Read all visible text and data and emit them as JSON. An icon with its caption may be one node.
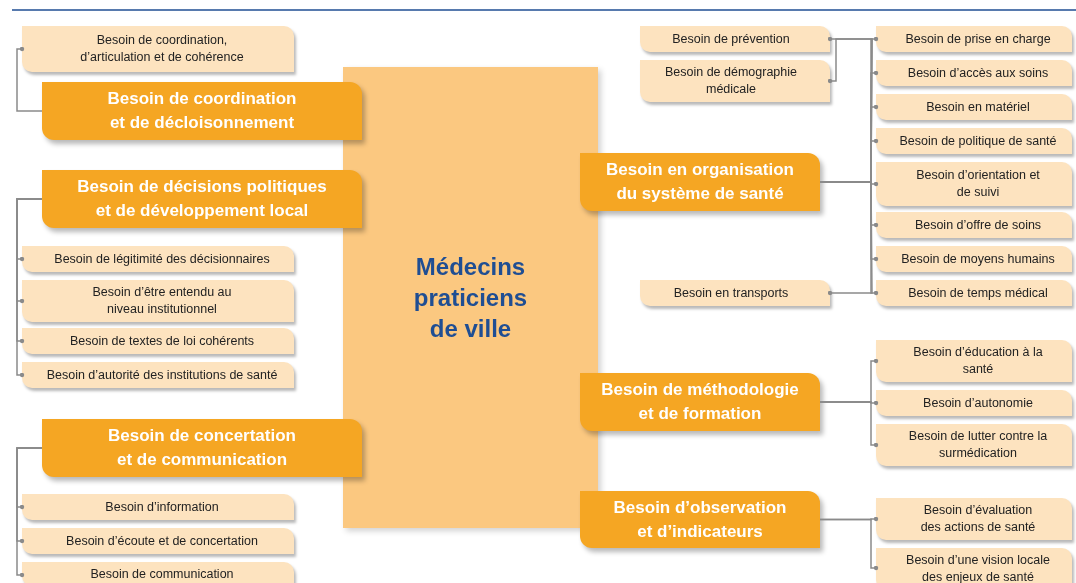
{
  "diagram": {
    "nodes": [
      {
        "text": [
          "Médecins praticiens de ville"
        ]
      },
      {
        "text": [
          "Besoin de coordination, d’articulation et de cohérence"
        ]
      },
      {
        "text": [
          "Besoin de coordination et de décloisonnement"
        ]
      },
      {
        "text": [
          "Besoin de décisions politiques et de développement local"
        ]
      },
      {
        "text": [
          "Besoin de légitimité des décisionnaires"
        ]
      },
      {
        "text": [
          "Besoin d’être entendu au niveau institutionnel"
        ]
      },
      {
        "text": [
          "Besoin de textes de loi cohérents"
        ]
      },
      {
        "text": [
          "Besoin d’autorité des institutions de santé"
        ]
      },
      {
        "text": [
          "Besoin de concertation et de communication"
        ]
      },
      {
        "text": [
          "Besoin d’information"
        ]
      },
      {
        "text": [
          "Besoin d’écoute et de concertation"
        ]
      },
      {
        "text": [
          "Besoin de communication"
        ]
      },
      {
        "text": [
          "Besoin en organisation du système de santé"
        ]
      },
      {
        "text": [
          "Besoin de prévention"
        ]
      },
      {
        "text": [
          "Besoin de démographie médicale"
        ]
      },
      {
        "text": [
          "Besoin en transports"
        ]
      },
      {
        "text": [
          "Besoin de prise en charge"
        ]
      },
      {
        "text": [
          "Besoin d’accès aux soins"
        ]
      },
      {
        "text": [
          "Besoin en matériel"
        ]
      },
      {
        "text": [
          "Besoin de politique de santé"
        ]
      },
      {
        "text": [
          "Besoin d’orientation et de suivi"
        ]
      },
      {
        "text": [
          "Besoin d’offre de soins"
        ]
      },
      {
        "text": [
          "Besoin de moyens humains"
        ]
      },
      {
        "text": [
          "Besoin de temps médical"
        ]
      },
      {
        "text": [
          "Besoin de méthodologie et de formation"
        ]
      },
      {
        "text": [
          "Besoin d’éducation à la santé"
        ]
      },
      {
        "text": [
          "Besoin d’autonomie"
        ]
      },
      {
        "text": [
          "Besoin de lutter contre la surmédication"
        ]
      },
      {
        "text": [
          "Besoin d’observation et d’indicateurs"
        ]
      },
      {
        "text": [
          "Besoin d’évaluation des actions de santé"
        ]
      },
      {
        "text": [
          "Besoin d’une vision locale des enjeux de santé"
        ]
      }
    ],
    "edges": [
      {
        "from": 2,
        "to": 1,
        "arrow": "other"
      },
      {
        "from": 3,
        "to": 4,
        "arrow": "other"
      },
      {
        "from": 3,
        "to": 5,
        "arrow": "other"
      },
      {
        "from": 3,
        "to": 6,
        "arrow": "other"
      },
      {
        "from": 3,
        "to": 7,
        "arrow": "other"
      },
      {
        "from": 8,
        "to": 9,
        "arrow": "other"
      },
      {
        "from": 8,
        "to": 10,
        "arrow": "other"
      },
      {
        "from": 8,
        "to": 11,
        "arrow": "other"
      },
      {
        "from": 12,
        "to": 13,
        "arrow": "other"
      },
      {
        "from": 12,
        "to": 14,
        "arrow": "other"
      },
      {
        "from": 12,
        "to": 15,
        "arrow": "other"
      },
      {
        "from": 12,
        "to": 16,
        "arrow": "other"
      },
      {
        "from": 12,
        "to": 17,
        "arrow": "other"
      },
      {
        "from": 12,
        "to": 18,
        "arrow": "other"
      },
      {
        "from": 12,
        "to": 19,
        "arrow": "other"
      },
      {
        "from": 12,
        "to": 20,
        "arrow": "other"
      },
      {
        "from": 12,
        "to": 21,
        "arrow": "other"
      },
      {
        "from": 12,
        "to": 22,
        "arrow": "other"
      },
      {
        "from": 12,
        "to": 23,
        "arrow": "other"
      },
      {
        "from": 24,
        "to": 25,
        "arrow": "other"
      },
      {
        "from": 24,
        "to": 26,
        "arrow": "other"
      },
      {
        "from": 24,
        "to": 27,
        "arrow": "other"
      },
      {
        "from": 28,
        "to": 29,
        "arrow": "other"
      },
      {
        "from": 28,
        "to": 30,
        "arrow": "other"
      }
    ]
  }
}
